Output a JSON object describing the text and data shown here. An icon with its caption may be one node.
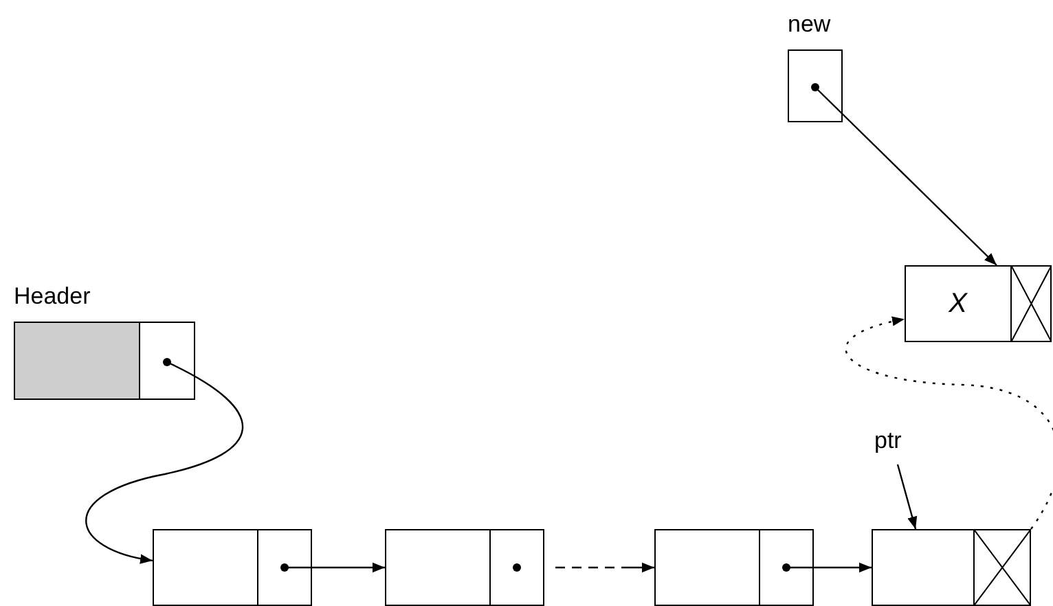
{
  "diagram": {
    "nodes": [
      {
        "text": [
          "new"
        ]
      },
      {
        "text": [
          "X"
        ]
      },
      {
        "text": [
          "Header"
        ]
      },
      {
        "text": [],
        "shape": "box"
      },
      {
        "text": [],
        "shape": "box"
      },
      {
        "text": [],
        "shape": "box"
      },
      {
        "text": [
          "ptr"
        ]
      },
      {
        "text": [],
        "shape": "box"
      }
    ],
    "edges": [
      {
        "from": 0,
        "to": 1,
        "arrow": "to"
      },
      {
        "from": 2,
        "to": 3,
        "arrow": "to"
      },
      {
        "from": 3,
        "to": 4,
        "arrow": "to"
      },
      {
        "from": 4,
        "to": 5,
        "arrow": "to",
        "style": "dashed"
      },
      {
        "from": 5,
        "to": 7,
        "arrow": "to"
      },
      {
        "from": 6,
        "to": 7,
        "arrow": "to"
      },
      {
        "from": 7,
        "to": 1,
        "arrow": "to",
        "style": "dashed"
      }
    ]
  }
}
